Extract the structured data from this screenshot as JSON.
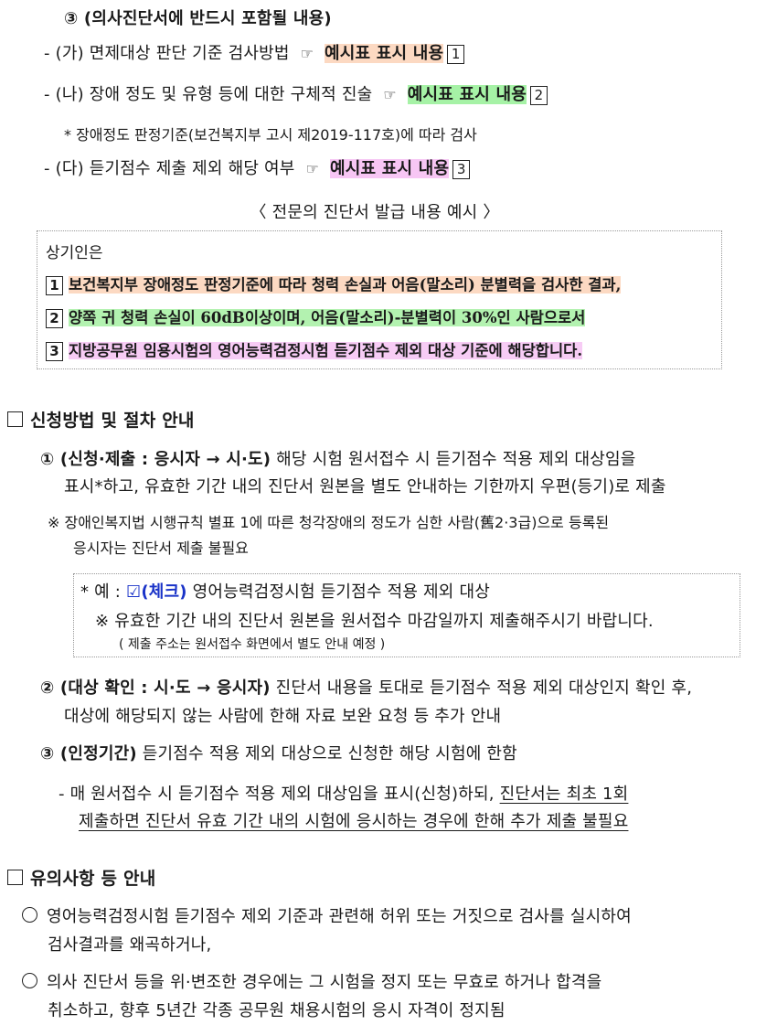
{
  "sec3": {
    "title": "③ (의사진단서에 반드시 포함될 내용)",
    "items": [
      {
        "text": "- (가) 면제대상 판단 기준 검사방법",
        "hl": "예시표 표시 내용",
        "num": "1"
      },
      {
        "text": "- (나) 장애 정도 및 유형 등에 대한 구체적 진술",
        "hl": "예시표 표시 내용",
        "num": "2"
      },
      {
        "text": "- (다) 듣기점수 제출 제외 해당 여부",
        "hl": "예시표 표시 내용",
        "num": "3"
      }
    ],
    "note": "* 장애정도 판정기준(보건복지부 고시 제2019-117호)에 따라 검사",
    "hand": "☞"
  },
  "example": {
    "title": "〈 전문의 진단서 발급 내용 예시 〉",
    "lead": "상기인은",
    "rows": [
      {
        "num": "1",
        "text": "보건복지부 장애정도 판정기준에 따라 청력 손실과 어음(말소리) 분별력을 검사한 결과,"
      },
      {
        "num": "2",
        "text": "양쪽 귀 청력 손실이 60dB이상이며, 어음(말소리)-분별력이 30%인 사람으로서"
      },
      {
        "num": "3",
        "text": "지방공무원 임용시험의 영어능력검정시험 듣기점수 제외 대상 기준에 해당합니다."
      }
    ]
  },
  "apply": {
    "heading": "신청방법 및 절차 안내",
    "s1_bold": "① (신청·제출 :  응시자 → 시·도)",
    "s1_line1": " 해당 시험 원서접수 시 듣기점수 적용 제외 대상임을",
    "s1_line2": "표시*하고, 유효한 기간 내의 진단서 원본을 별도 안내하는 기한까지 우편(등기)로 제출",
    "note_line1": "※ 장애인복지법 시행규칙 별표 1에 따른 청각장애의 정도가 심한 사람(舊2·3급)으로 등록된",
    "note_line2": "응시자는 진단서 제출 불필요",
    "box_prefix": "* 예 : ",
    "box_check": "☑(체크)",
    "box_rest": " 영어능력검정시험 듣기점수 적용 제외 대상",
    "box_line2": "※ 유효한 기간 내의 진단서 원본을 원서접수 마감일까지 제출해주시기 바랍니다.",
    "box_line3": "( 제출 주소는 원서접수 화면에서 별도 안내 예정 )",
    "s2_bold": "② (대상 확인 : 시·도 → 응시자)",
    "s2_line1": " 진단서 내용을 토대로 듣기점수 적용 제외 대상인지 확인 후,",
    "s2_line2": "대상에 해당되지 않는 사람에 한해 자료 보완 요청 등 추가 안내",
    "s3_bold": "③ (인정기간)",
    "s3_line1": " 듣기점수 적용 제외 대상으로 신청한 해당 시험에 한함",
    "dash_a": "- 매 원서접수 시 듣기점수 적용 제외 대상임을 표시(신청)하되, ",
    "dash_u1": "진단서는 최초 1회",
    "dash_u2": "제출하면 진단서 유효 기간 내의 시험에 응시하는 경우에 한해 추가 제출 불필요"
  },
  "caution": {
    "heading": "유의사항 등 안내",
    "c1_line1": "영어능력검정시험 듣기점수 제외 기준과 관련해 허위 또는 거짓으로 검사를 실시하여",
    "c1_line2": "검사결과를 왜곡하거나,",
    "c2_line1": "의사 진단서 등을 위·변조한 경우에는 그 시험을 정지 또는 무효로 하거나 합격을",
    "c2_line2": "취소하고, 향후 5년간 각종 공무원 채용시험의 응시 자격이 정지됨"
  }
}
